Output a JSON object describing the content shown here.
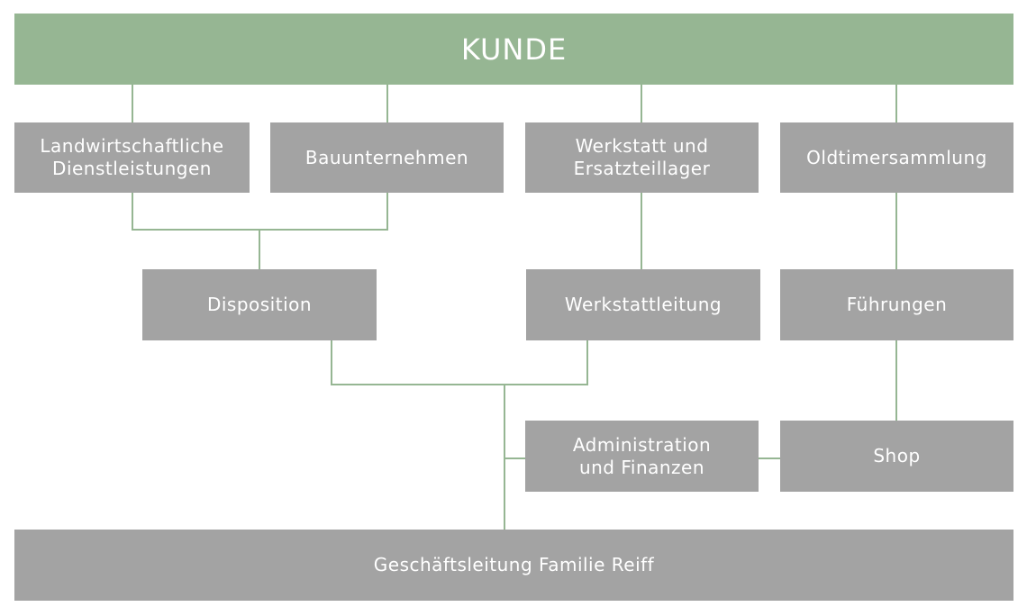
{
  "kunde": "KUNDE",
  "boxes": {
    "landwirtschaft": [
      "Landwirtschaftliche",
      "Dienstleistungen"
    ],
    "bau": "Bauunternehmen",
    "werkstatt": [
      "Werkstatt und",
      "Ersatzteillager"
    ],
    "oldtimer": "Oldtimersammlung",
    "disposition": "Disposition",
    "werkstattleitung": "Werkstattleitung",
    "fuehrungen": "Führungen",
    "administration": [
      "Administration",
      "und Finanzen"
    ],
    "shop": "Shop",
    "geschaeftsleitung": "Geschäftsleitung Familie Reiff"
  },
  "colors": {
    "accent_green": "#96b693",
    "box_gray": "#a3a3a3",
    "text_white": "#ffffff"
  }
}
